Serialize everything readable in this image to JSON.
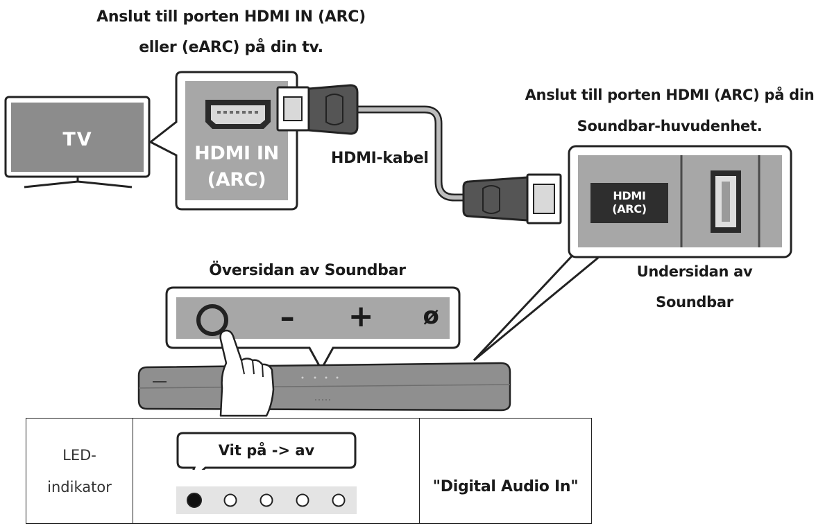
{
  "labels": {
    "tv_port_instruction_line1": "Anslut till porten HDMI IN (ARC)",
    "tv_port_instruction_line2": "eller (eARC) på din tv.",
    "tv": "TV",
    "tv_port_line1": "HDMI IN",
    "tv_port_line2": "(ARC)",
    "cable": "HDMI-kabel",
    "soundbar_port_instruction_line1": "Anslut till porten HDMI (ARC) på din",
    "soundbar_port_instruction_line2": "Soundbar-huvudenhet.",
    "soundbar_port_line1": "HDMI",
    "soundbar_port_line2": "(ARC)",
    "top_side": "Översidan av Soundbar",
    "bottom_side_line1": "Undersidan av",
    "bottom_side_line2": "Soundbar"
  },
  "buttons": {
    "power": "O",
    "volume_down": "–",
    "volume_up": "+",
    "mic_mute": "ø"
  },
  "led_table": {
    "label": "LED-\nindikator",
    "bubble": "Vit på -> av",
    "leds_total": 5,
    "leds_on": 1,
    "status": "\"Digital Audio In\"",
    "status_icon": "speaker-icon"
  },
  "colors": {
    "panel_gray": "#a7a7a7",
    "panel_dark": "#6f6f6f",
    "cable_gray": "#bdbdbd",
    "line": "#1a1a1a"
  }
}
